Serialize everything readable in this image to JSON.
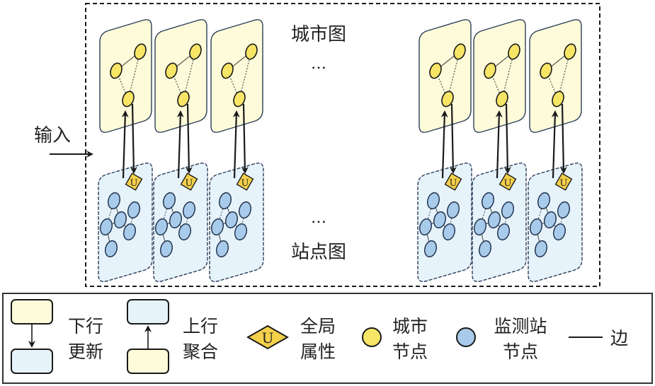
{
  "title_city_graph": "城市图",
  "title_station_graph": "站点图",
  "ellipsis": "…",
  "input_label": "输入",
  "colors": {
    "city_panel_fill": "#fdfbd9",
    "station_panel_fill": "#e6f3fb",
    "city_node_fill": "#f7e565",
    "station_node_fill": "#a9cbeb",
    "global_attr_fill": "#f5d04a",
    "stroke": "#1a1a1a"
  },
  "groups": {
    "left_count": 3,
    "right_count": 3
  },
  "global_attribute_symbol": "U",
  "legend": {
    "items": [
      {
        "id": "down-update",
        "line1": "下行",
        "line2": "更新"
      },
      {
        "id": "up-aggregate",
        "line1": "上行",
        "line2": "聚合"
      },
      {
        "id": "global-attribute",
        "line1": "全局",
        "line2": "属性",
        "symbol": "U"
      },
      {
        "id": "city-node",
        "line1": "城市",
        "line2": "节点"
      },
      {
        "id": "station-node",
        "line1": "监测站",
        "line2": "节点"
      },
      {
        "id": "edge",
        "line1": "边"
      }
    ]
  }
}
